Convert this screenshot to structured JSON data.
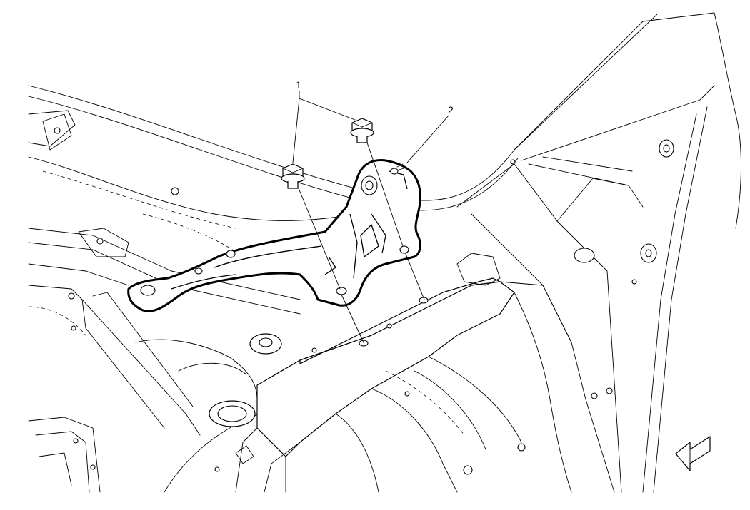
{
  "callouts": [
    {
      "id": "1",
      "label": "1",
      "part": "bolts"
    },
    {
      "id": "2",
      "label": "2",
      "part": "bracket"
    }
  ],
  "icons": {
    "view_arrow": "hollow-left-arrow-icon"
  }
}
